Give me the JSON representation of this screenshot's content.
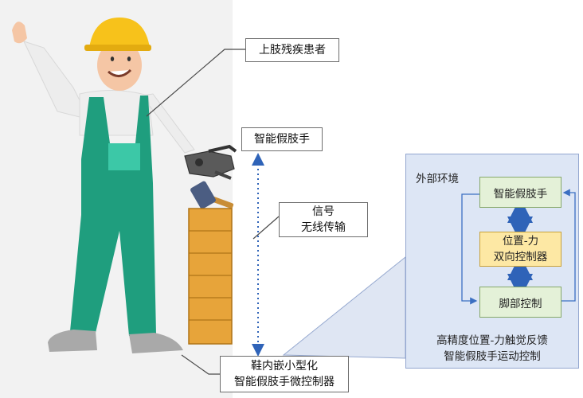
{
  "callouts": {
    "patient": "上肢残疾患者",
    "prosthetic_hand": "智能假肢手",
    "signal_line1": "信号",
    "signal_line2": "无线传输",
    "controller_line1": "鞋内嵌小型化",
    "controller_line2": "智能假肢手微控制器"
  },
  "panel": {
    "title": "外部环境",
    "box_hand": "智能假肢手",
    "box_force_line1": "位置-力",
    "box_force_line2": "双向控制器",
    "box_foot": "脚部控制",
    "caption_line1": "高精度位置-力触觉反馈",
    "caption_line2": "智能假肢手运动控制"
  },
  "colors": {
    "helmet": "#f7c21b",
    "overalls": "#1f9e7e",
    "shirt": "#f2f2f2",
    "skin": "#f5c6a5",
    "crate": "#e7a43a",
    "panel_bg": "#dde6f5",
    "arrow_blue": "#3b6fc2"
  }
}
